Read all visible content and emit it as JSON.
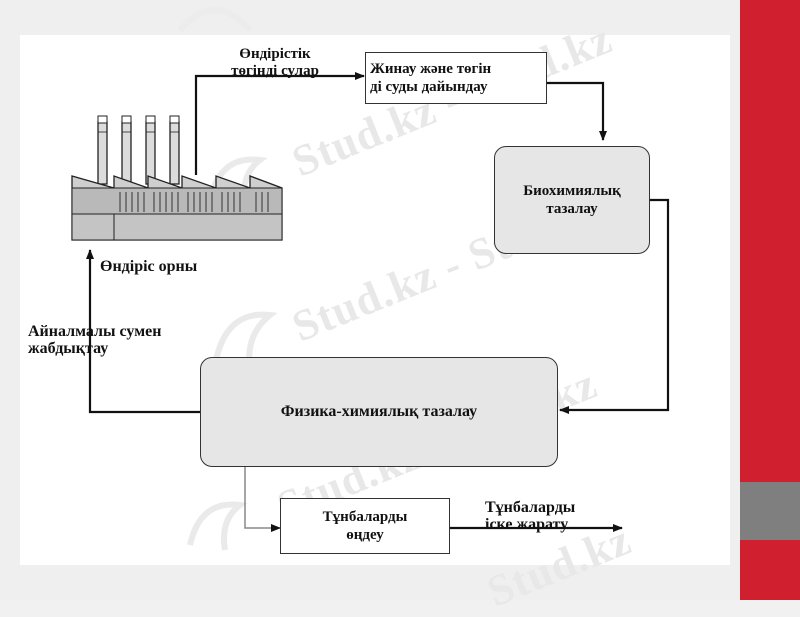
{
  "watermarks": {
    "text": "Stud.kz",
    "text_dash": "Stud.kz - Stud.kz"
  },
  "diagram": {
    "labels": {
      "wastewater": [
        "Өндірістік",
        "төгінді сулар"
      ],
      "factory": "Өндіріс орны",
      "recycle": [
        "Айналмалы сумен",
        "жабдықтау"
      ],
      "sludge_disposal": [
        "Тұнбаларды",
        "іске жарату"
      ]
    },
    "boxes": {
      "collection": [
        "Жинау және төгін",
        "ді суды дайындау"
      ],
      "biochemical": [
        "Биохимиялық",
        "тазалау"
      ],
      "physchem": "Физика-химиялық тазалау",
      "sludge_treatment": [
        "Тұнбаларды",
        "өңдеу"
      ]
    }
  },
  "colors": {
    "accent_red": "#d0202f",
    "accent_gray": "#7f7f7f",
    "box_fill": "#e6e6e6",
    "line": "#111111"
  }
}
